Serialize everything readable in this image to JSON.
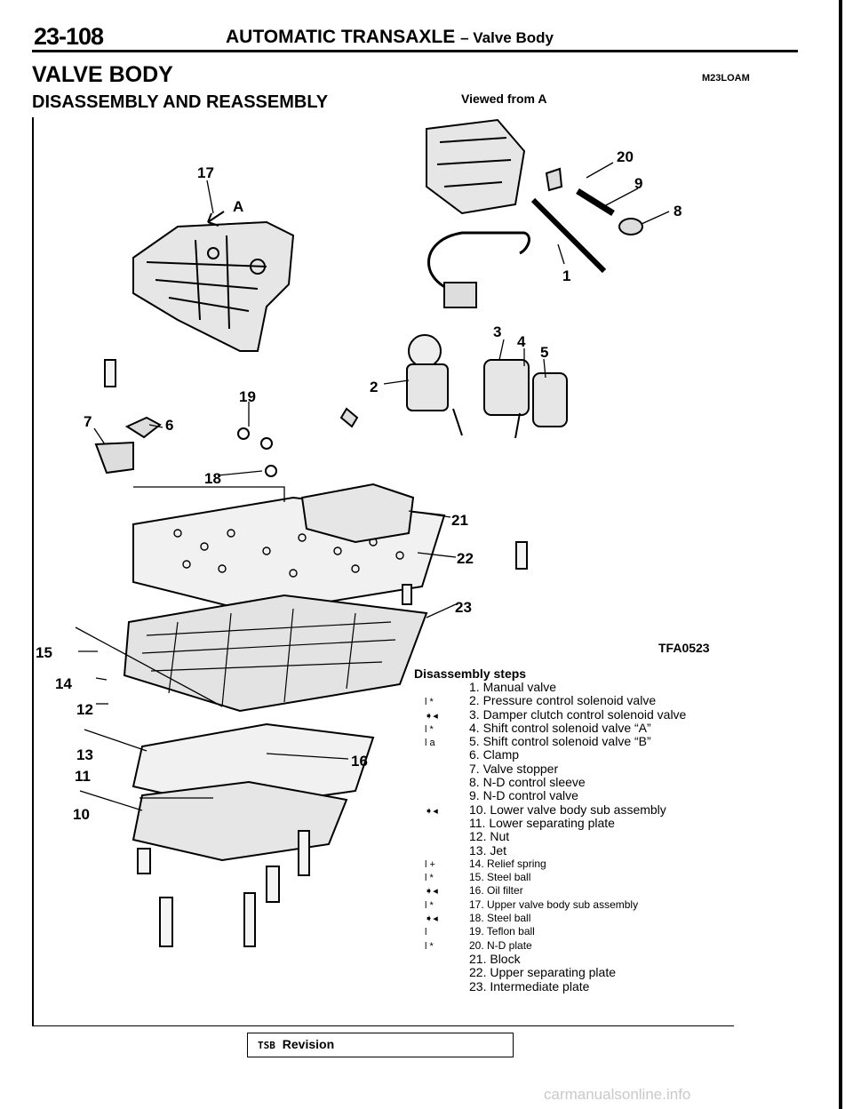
{
  "header": {
    "page_number": "23-108",
    "title": "AUTOMATIC TRANSAXLE",
    "subtitle": "– Valve Body"
  },
  "section": {
    "title": "VALVE BODY",
    "subtitle": "DISASSEMBLY AND REASSEMBLY",
    "ref_code": "M23LOAM"
  },
  "figure": {
    "view_caption": "Viewed from A",
    "figure_code": "TFA0523",
    "callouts": [
      "17",
      "A",
      "20",
      "9",
      "8",
      "1",
      "3",
      "4",
      "5",
      "2",
      "19",
      "7",
      "6",
      "18",
      "21",
      "22",
      "23",
      "15",
      "14",
      "12",
      "13",
      "11",
      "16",
      "10"
    ]
  },
  "steps": {
    "heading": "Disassembly steps",
    "items": [
      {
        "mark": "",
        "text": "1. Manual valve"
      },
      {
        "mark": "l *",
        "text": "2. Pressure control solenoid valve"
      },
      {
        "mark": "➧◂",
        "text": "3. Damper clutch control solenoid valve"
      },
      {
        "mark": "l *",
        "text": "4. Shift control solenoid valve “A”"
      },
      {
        "mark": "l a",
        "text": "5. Shift control solenoid valve “B”"
      },
      {
        "mark": "",
        "text": "6. Clamp"
      },
      {
        "mark": "",
        "text": "7. Valve stopper"
      },
      {
        "mark": "",
        "text": "8. N-D control sleeve"
      },
      {
        "mark": "",
        "text": "9. N-D control valve"
      },
      {
        "mark": "➧◂",
        "text": "10. Lower valve body sub assembly"
      },
      {
        "mark": "",
        "text": "11. Lower separating plate"
      },
      {
        "mark": "",
        "text": "12. Nut"
      },
      {
        "mark": "",
        "text": "13. Jet"
      },
      {
        "mark": "l +",
        "text": "14. Relief spring"
      },
      {
        "mark": "l *",
        "text": "15. Steel ball"
      },
      {
        "mark": "➧◂",
        "text": "16. Oil filter"
      },
      {
        "mark": "l *",
        "text": "17. Upper valve body sub assembly"
      },
      {
        "mark": "➧◂",
        "text": "18. Steel ball"
      },
      {
        "mark": "l",
        "text": "19. Teflon ball"
      },
      {
        "mark": "l *",
        "text": "20. N-D plate"
      },
      {
        "mark": "",
        "text": "21. Block"
      },
      {
        "mark": "",
        "text": "22. Upper separating plate"
      },
      {
        "mark": "",
        "text": "23. Intermediate plate"
      }
    ]
  },
  "footer": {
    "tsb_label": "TSB",
    "revision_label": "Revision"
  },
  "watermark": "carmanualsonline.info"
}
